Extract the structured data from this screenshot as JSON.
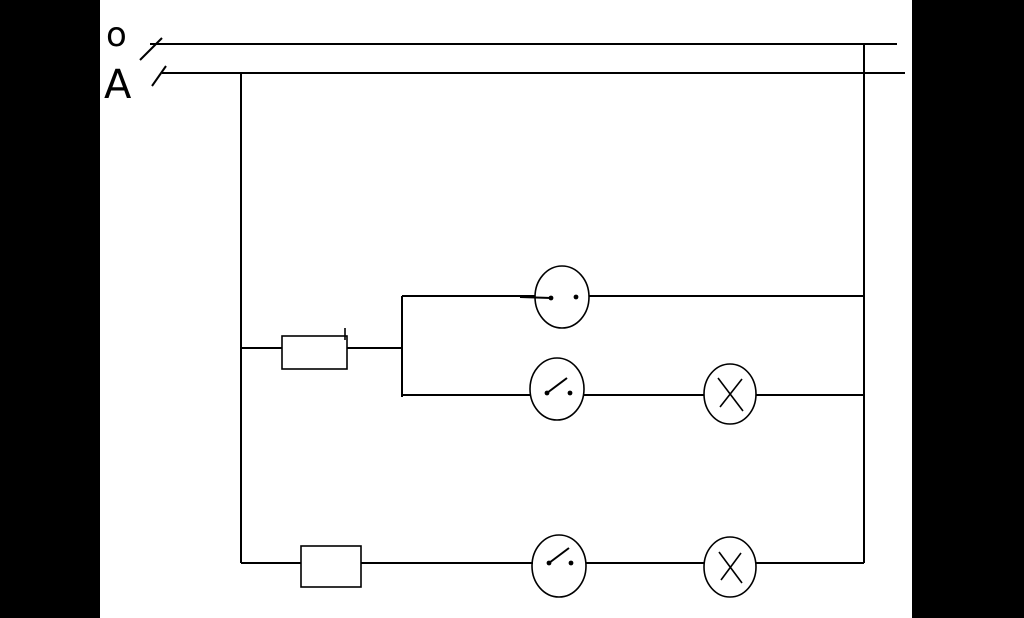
{
  "diagram": {
    "lines": [
      {
        "label": "o",
        "role": "neutral"
      },
      {
        "label": "A",
        "role": "phase"
      }
    ],
    "components": [
      {
        "type": "fuse"
      },
      {
        "type": "socket"
      },
      {
        "type": "switch"
      },
      {
        "type": "lamp"
      },
      {
        "type": "fuse"
      },
      {
        "type": "switch"
      },
      {
        "type": "lamp"
      }
    ],
    "colors": {
      "background": "#000000",
      "canvas": "#ffffff",
      "stroke": "#000000"
    }
  }
}
